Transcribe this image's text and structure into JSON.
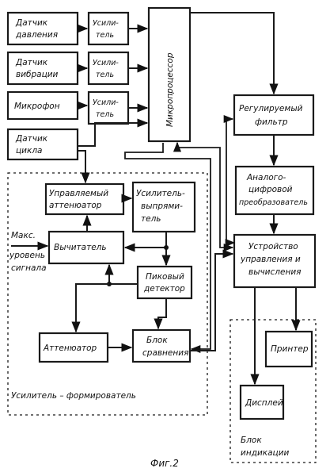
{
  "figure_caption": "Фиг.2",
  "blocks": {
    "pressure_sensor": [
      "Датчик",
      "давления"
    ],
    "vibration_sensor": [
      "Датчик",
      "вибрации"
    ],
    "microphone": [
      "Микрофон"
    ],
    "cycle_sensor": [
      "Датчик",
      "цикла"
    ],
    "amp1": [
      "Усили-",
      "тель"
    ],
    "amp2": [
      "Усили-",
      "тель"
    ],
    "amp3": [
      "Усили-",
      "тель"
    ],
    "microprocessor": "Микропроцессор",
    "adjustable_filter": [
      "Регулируемый",
      "фильтр"
    ],
    "adc": [
      "Аналого-",
      "цифровой",
      "преобразователь"
    ],
    "control_unit": [
      "Устройство",
      "управления и",
      "вычисления"
    ],
    "printer": [
      "Принтер"
    ],
    "display": [
      "Дисплей"
    ],
    "controlled_attenuator": [
      "Управляемый",
      "аттенюатор"
    ],
    "amp_rectifier": [
      "Усилитель-",
      "выпрями-",
      "тель"
    ],
    "subtractor": [
      "Вычитатель"
    ],
    "peak_detector": [
      "Пиковый",
      "детектор"
    ],
    "attenuator": [
      "Аттенюатор"
    ],
    "comparator": [
      "Блок",
      "сравнения"
    ]
  },
  "labels": {
    "max_level": [
      "Макс.",
      "уровень",
      "сигнала"
    ],
    "shaper_group": "Усилитель – формирователь",
    "indication_group": [
      "Блок",
      "индикации"
    ]
  }
}
